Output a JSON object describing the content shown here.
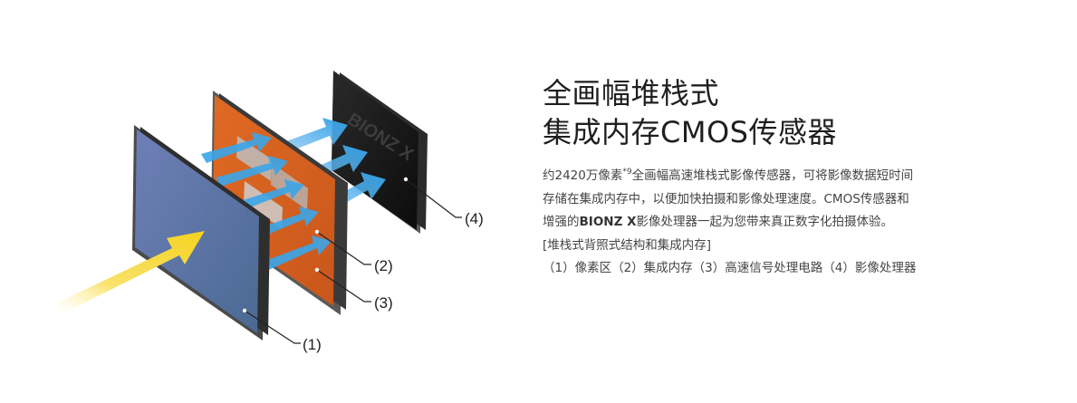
{
  "colors": {
    "arrow_blue": "#33a3e8",
    "arrow_yellow": "#f5d21f",
    "pixel_layer": "#5b6fa8",
    "memory_layer": "#d35f1e",
    "processor_layer": "#141414",
    "frame": "#3e3e3e"
  },
  "diagram": {
    "processor_logo": "BIONZ X",
    "callouts": [
      "(1)",
      "(2)",
      "(3)",
      "(4)"
    ]
  },
  "content": {
    "title_line1": "全画幅堆栈式",
    "title_line2": "集成内存CMOS传感器",
    "desc_line1_pre": "约2420万像素",
    "desc_line1_sup": "*9",
    "desc_line1_post": "全画幅高速堆栈式影像传感器，可将影像数据短时间",
    "desc_line2": "存储在集成内存中，以便加快拍摄和影像处理速度。CMOS传感器和",
    "desc_line3_pre": "增强的",
    "desc_line3_bold": "BIONZ X",
    "desc_line3_post": "影像处理器一起为您带来真正数字化拍摄体验。",
    "desc_line4": "[堆栈式背照式结构和集成内存]",
    "desc_line5": "（1）像素区（2）集成内存（3）高速信号处理电路（4）影像处理器"
  }
}
